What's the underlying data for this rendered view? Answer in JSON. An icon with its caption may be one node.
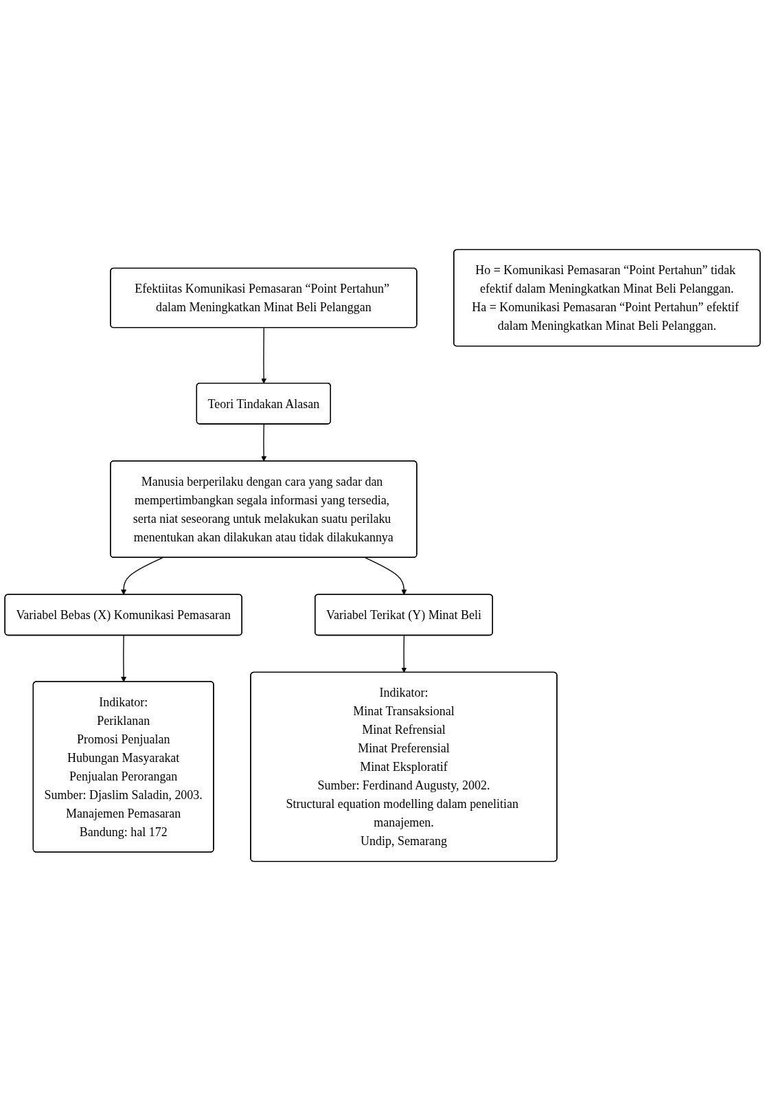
{
  "diagram": {
    "nodes": [
      {
        "text": [
          "Efektiitas Komunikasi Pemasaran “Point Pertahun” dalam Meningkatkan Minat Beli Pelanggan"
        ]
      },
      {
        "text": [
          "Teori Tindakan Alasan"
        ]
      },
      {
        "text": [
          "Manusia berperilaku dengan cara yang sadar dan mempertimbangkan segala informasi yang tersedia, serta niat seseorang untuk melakukan suatu perilaku menentukan akan dilakukan atau tidak dilakukannya"
        ]
      },
      {
        "text": [
          "Variabel Bebas (X) Komunikasi Pemasaran"
        ]
      },
      {
        "text": [
          "Variabel Terikat (Y) Minat Beli"
        ]
      },
      {
        "text": [
          "Indikator:",
          "Periklanan",
          "Promosi Penjualan",
          "Hubungan Masyarakat",
          "Penjualan Perorangan",
          "Sumber: Djaslim Saladin, 2003.",
          "Manajemen Pemasaran",
          "Bandung: hal 172"
        ]
      },
      {
        "text": [
          "Indikator:",
          "Minat Transaksional",
          "Minat Refrensial",
          "Minat Preferensial",
          "Minat Eksploratif",
          "Sumber: Ferdinand Augusty, 2002.",
          "Structural equation modelling dalam penelitian manajemen.",
          "Undip, Semarang"
        ]
      },
      {
        "text": [
          "Ho = Komunikasi Pemasaran “Point Pertahun” tidak efektif dalam Meningkatkan Minat Beli Pelanggan.",
          "Ha = Komunikasi Pemasaran “Point Pertahun” efektif dalam Meningkatkan Minat Beli Pelanggan."
        ]
      }
    ],
    "edges": [
      {
        "from": 0,
        "to": 1,
        "arrow": "to"
      },
      {
        "from": 1,
        "to": 2,
        "arrow": "to"
      },
      {
        "from": 2,
        "to": 3,
        "arrow": "to"
      },
      {
        "from": 2,
        "to": 4,
        "arrow": "to"
      },
      {
        "from": 3,
        "to": 5,
        "arrow": "to"
      },
      {
        "from": 4,
        "to": 6,
        "arrow": "to"
      }
    ]
  }
}
